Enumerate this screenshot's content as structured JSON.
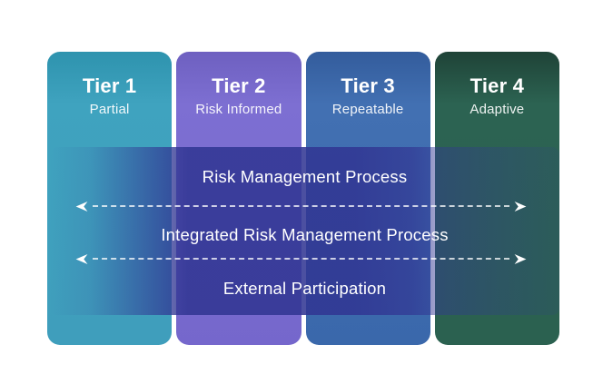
{
  "tiers": [
    {
      "name": "Tier 1",
      "descriptor": "Partial",
      "color_top": "#2E93AE",
      "color_main": "#3FA3BF",
      "color_bottom": "#3F9EBC"
    },
    {
      "name": "Tier 2",
      "descriptor": "Risk Informed",
      "color_top": "#6E60C0",
      "color_main": "#7D6FD2",
      "color_bottom": "#7567CC"
    },
    {
      "name": "Tier 3",
      "descriptor": "Repeatable",
      "color_top": "#335C9C",
      "color_main": "#4270B2",
      "color_bottom": "#3A68AB"
    },
    {
      "name": "Tier 4",
      "descriptor": "Adaptive",
      "color_top": "#1F4337",
      "color_main": "#2C6352",
      "color_bottom": "#2B6150"
    }
  ],
  "overlay": {
    "labels": [
      "Risk Management Process",
      "Integrated Risk Management Process",
      "External Participation"
    ],
    "color": "#313693",
    "arrow_color": "#FFFFFF"
  }
}
